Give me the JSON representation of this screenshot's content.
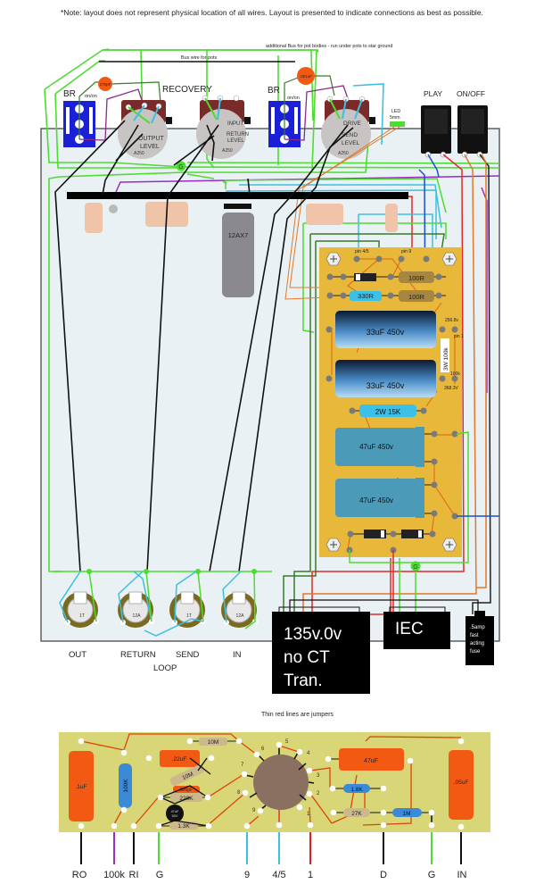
{
  "note": "*Note: layout does not represent physical location of all wires. Layout is presented to indicate connections as best as possible.",
  "bus_labels": {
    "additional_bus": "additional Bus for pot bodies - run under pots to star ground",
    "bus_wire": "Bus wire for pots"
  },
  "top_controls": {
    "recovery_label": "RECOVERY",
    "switches": [
      {
        "label": "BR",
        "type": "on/on",
        "cap": "270pF"
      },
      {
        "label": "BR",
        "type": "on/on",
        "cap": ".001uF"
      }
    ],
    "pots": [
      {
        "line1": "OUTPUT",
        "line2": "LEVEL",
        "value": "A250"
      },
      {
        "line1": "INPUT",
        "line2": "RETURN",
        "line3": "LEVEL",
        "value": "A250"
      },
      {
        "line1": "DRIVE",
        "line2": "SEND",
        "line3": "LEVEL",
        "value": "A250"
      }
    ],
    "led": {
      "line1": "LED",
      "line2": "5mm"
    },
    "footswitches": [
      {
        "label": "PLAY"
      },
      {
        "label": "ON/OFF"
      }
    ]
  },
  "ground_marker": "G",
  "tube": "12AX7",
  "power_board": {
    "pin_labels": [
      "pin 4/5",
      "pin 9"
    ],
    "resistors": [
      "100R",
      "330R",
      "100R"
    ],
    "filter_caps": [
      {
        "label": "33uF 450v"
      },
      {
        "label": "33uF 450v"
      },
      {
        "label": "47uF  450v"
      },
      {
        "label": "47uF  450v"
      }
    ],
    "dropping_resistor": "3W 100k",
    "big_resistor": "2W  15K",
    "voltages": {
      "v1": "256.8v",
      "v1_note": "pin 1",
      "v2_note": "100k",
      "v2": "368.3V"
    }
  },
  "jacks": [
    {
      "label": "OUT",
      "code": "1T"
    },
    {
      "label": "RETURN",
      "code": "12A"
    },
    {
      "label": "SEND",
      "code": "1T"
    },
    {
      "label": "IN",
      "code": "12A"
    }
  ],
  "loop_label": "LOOP",
  "transformer": {
    "line1": "135v.0v",
    "line2": "no CT",
    "line3": "Tran."
  },
  "iec": "IEC",
  "fuse": {
    "line1": ".5amp",
    "line2": "fast",
    "line3": "acting",
    "line4": "fuse"
  },
  "jumper_note": "Thin red lines are jumpers",
  "effect_board": {
    "components": {
      "c1": ".1uF",
      "r100k": "100K",
      "c22": ".22uF",
      "r10m_a": "10M",
      "r10m_b": "10M",
      "c500": "500pF",
      "r220": "220K",
      "c47small": "47uF",
      "c47small_v": "50V",
      "r13": "1.3K",
      "c47": "47uF",
      "r18": "1.8K",
      "r27": "27K",
      "r1m": "1M",
      "c05": ".05uF"
    },
    "socket_pins": [
      "1",
      "2",
      "3",
      "4",
      "5",
      "6",
      "7",
      "8",
      "9"
    ],
    "wire_labels": [
      "RO",
      "100k",
      "RI",
      "G",
      "9",
      "4/5",
      "1",
      "D",
      "G",
      "IN"
    ]
  },
  "colors": {
    "chassis": "#e9f1f4",
    "board_orange": "#e8b83a",
    "board_yellow": "#d8d676",
    "ground_green": "#4ddc30",
    "wire_cyan": "#3cc0e0",
    "wire_red": "#e02a2a",
    "wire_purple": "#9a2cc8",
    "wire_orange": "#e0792a",
    "wire_darkgreen": "#3a7a2a",
    "switch_blue": "#1a1fd8",
    "pot_brown": "#7a2a28",
    "cap_orange": "#f25a14",
    "cap_blue": "#4a9ab8"
  }
}
